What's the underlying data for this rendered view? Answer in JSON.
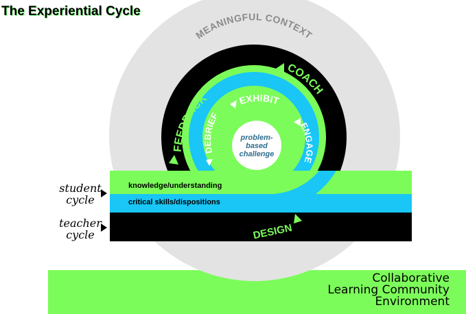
{
  "title": "The Experiential Cycle",
  "outer_ring_label": "MEANINGFUL CONTEXT",
  "teacher_cycle_steps": {
    "coach": "COACH",
    "feedback": "FEEDBACK",
    "design": "DESIGN"
  },
  "student_cycle_steps": {
    "exhibit": "EXHIBIT",
    "debrief": "DEBRIEF",
    "engage": "ENGAGE"
  },
  "center_label": [
    "problem-",
    "based",
    "challenge"
  ],
  "bands": {
    "knowledge": "knowledge/understanding",
    "skills": "critical skills/dispositions"
  },
  "side_labels": {
    "student": [
      "student",
      "cycle"
    ],
    "teacher": [
      "teacher",
      "cycle"
    ]
  },
  "environment": [
    "Collaborative",
    "Learning Community",
    "Environment"
  ],
  "colors": {
    "green": "#7cfc5a",
    "cyan": "#19c6f5",
    "black": "#000000",
    "gray": "#e3e3e3",
    "gray_text": "#8a8a8a",
    "center_text": "#2f6f8f"
  }
}
